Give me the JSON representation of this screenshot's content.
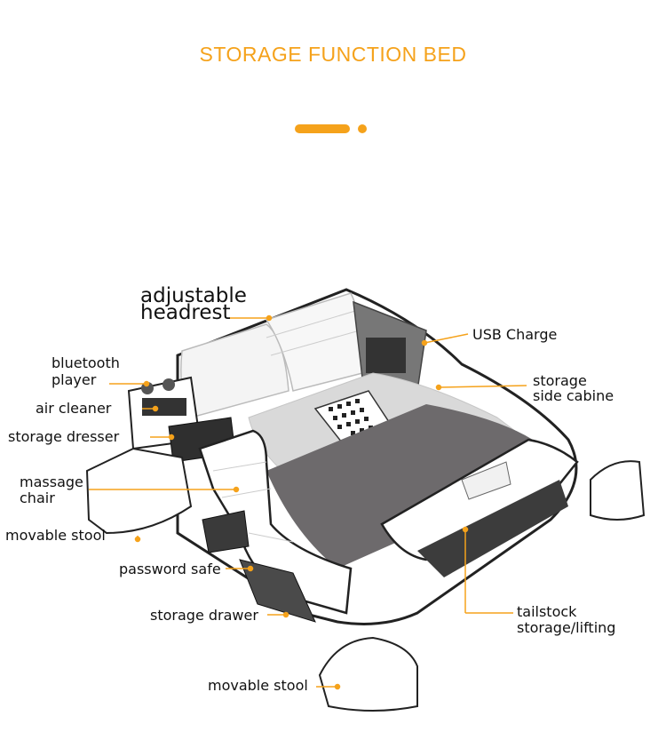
{
  "header": {
    "title": "STORAGE FUNCTION BED"
  },
  "colors": {
    "accent": "#f5a21b",
    "leader_line": "#f5a21b",
    "leather": "#ffffff",
    "bed_cover": "#6d6a6c",
    "sheet": "#d9d9d9"
  },
  "labels": {
    "adjustable_headrest_l1": "adjustable",
    "adjustable_headrest_l2": "headrest",
    "usb_charge": "USB Charge",
    "bluetooth_player_l1": "bluetooth",
    "bluetooth_player_l2": "player",
    "storage_side_cabine_l1": "storage",
    "storage_side_cabine_l2": "side cabine",
    "air_cleaner": "air cleaner",
    "storage_dresser": "storage dresser",
    "massage_chair_l1": "massage",
    "massage_chair_l2": "chair",
    "movable_stool_left": "movable stool",
    "password_safe": "password safe",
    "storage_drawer": "storage drawer",
    "tailstock_l1": "tailstock",
    "tailstock_l2": "storage/lifting",
    "movable_stool_bottom": "movable stool"
  }
}
